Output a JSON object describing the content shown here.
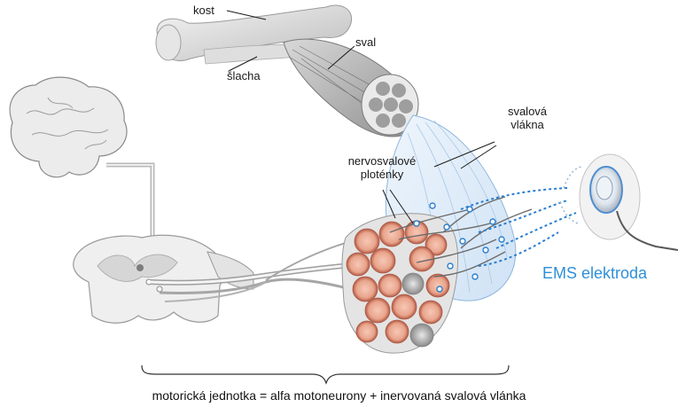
{
  "labels": {
    "bone": "kost",
    "muscle": "sval",
    "tendon": "šlacha",
    "muscle_fibers_line1": "svalová",
    "muscle_fibers_line2": "vlákna",
    "endplates_line1": "nervosvalové",
    "endplates_line2": "ploténky",
    "ems_electrode": "EMS elektroda"
  },
  "caption": "motorická jednotka = alfa motoneurony + inervovaná svalová vlánka",
  "colors": {
    "ems_accent": "#2f8fd8",
    "nerve_blue": "#2a7fd0",
    "fiber_red": "#c0604a",
    "fiber_pink": "#f0b6a2",
    "tissue_gray": "#c9c9c9"
  }
}
